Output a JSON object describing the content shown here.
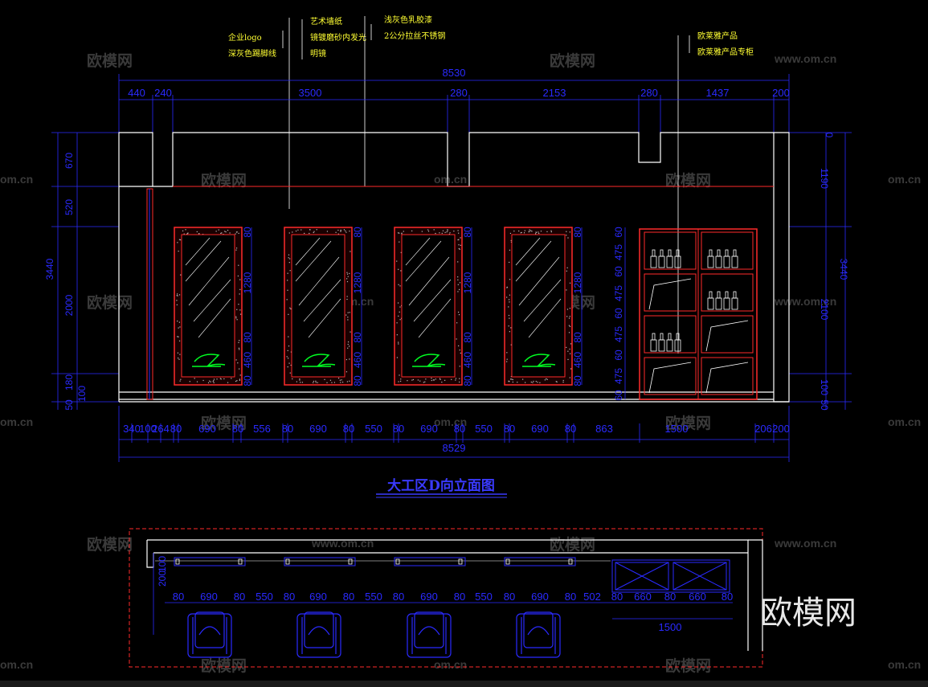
{
  "drawing": {
    "title": "大工区D向立面图",
    "brand_watermark": "欧模网",
    "watermarks": {
      "text": "欧模网",
      "url": "www.om.cn",
      "url_short": "om.cn"
    },
    "annotations": [
      {
        "id": "logo",
        "text": "企业logo"
      },
      {
        "id": "dark-grey",
        "text": "深灰色踢脚线"
      },
      {
        "id": "art-wallpaper",
        "text": "艺术墙纸"
      },
      {
        "id": "mirror-glass",
        "text": "镜镀磨砂内发光"
      },
      {
        "id": "light-strip",
        "text": "明镜"
      },
      {
        "id": "light-grey",
        "text": "浅灰色乳胶漆"
      },
      {
        "id": "steel",
        "text": "2公分拉丝不锈钢"
      },
      {
        "id": "product",
        "text": "欧莱雅产品"
      },
      {
        "id": "product-poster",
        "text": "欧莱雅产品专柜"
      }
    ],
    "elevation": {
      "total_top": "8530",
      "top_dims": [
        "440",
        "240",
        "3500",
        "280",
        "2153",
        "280",
        "1437",
        "200"
      ],
      "left_dims": [
        "670",
        "520",
        "3440",
        "2000",
        "180",
        "100",
        "50"
      ],
      "right_dims": [
        "0",
        "1190",
        "3440",
        "2100",
        "100",
        "50"
      ],
      "bottom_dims": [
        "340",
        "100",
        "264",
        "80",
        "690",
        "80",
        "556",
        "80",
        "690",
        "80",
        "550",
        "80",
        "690",
        "80",
        "550",
        "80",
        "690",
        "80",
        "863",
        "1500",
        "206",
        "200"
      ],
      "total_bottom": "8529",
      "panel_dims": [
        "80",
        "1280",
        "80",
        "460",
        "80"
      ],
      "shelf_dims": [
        "60",
        "475",
        "60",
        "475",
        "60",
        "475",
        "60",
        "475",
        "60"
      ]
    },
    "plan": {
      "left_dims": [
        "200",
        "100"
      ],
      "bottom_dims": [
        "80",
        "690",
        "80",
        "550",
        "80",
        "690",
        "80",
        "550",
        "80",
        "690",
        "80",
        "550",
        "80",
        "690",
        "80",
        "502",
        "80",
        "660",
        "80",
        "660",
        "80"
      ],
      "total": "1500"
    }
  },
  "colors": {
    "background": "#000000",
    "line": "#ffffff",
    "dimension": "#2a2aff",
    "red": "#ff2a2a",
    "note": "#ffff33",
    "logo": "#00ff22",
    "watermark": "#3a3a3a"
  }
}
